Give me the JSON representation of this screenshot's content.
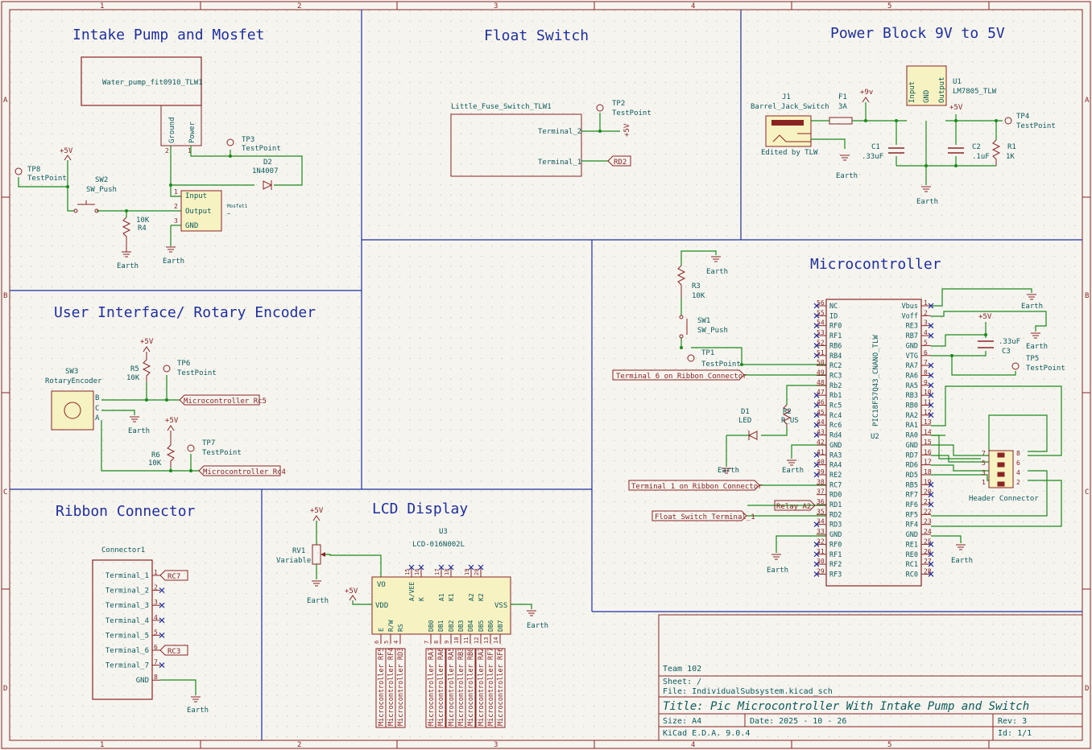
{
  "frame": {
    "cols": [
      "1",
      "2",
      "3",
      "4",
      "5"
    ],
    "rows": [
      "A",
      "B",
      "C",
      "D"
    ]
  },
  "sections": {
    "intake": "Intake Pump and Mosfet",
    "float": "Float Switch",
    "power": "Power Block 9V to 5V",
    "ui": "User Interface/ Rotary Encoder",
    "micro": "Microcontroller",
    "ribbon": "Ribbon Connector",
    "lcd": "LCD Display"
  },
  "intake": {
    "pump": "Water_pump_fit0910_TLW1",
    "pin_ground": "Ground",
    "pin_power": "Power",
    "tp3": "TP3",
    "tp3v": "TestPoint",
    "d2": "D2",
    "d2v": "1N4007",
    "tp8": "TP8",
    "tp8v": "TestPoint",
    "v5": "+5V",
    "sw2": "SW2",
    "sw2v": "SW_Push",
    "r4v": "10K",
    "r4": "R4",
    "earth1": "Earth",
    "earth2": "Earth",
    "mos_in": "Input",
    "mos_out": "Output",
    "mos_gnd": "GND",
    "mos": "Mosfet1",
    "mos2": "~"
  },
  "float": {
    "sw": "Little_Fuse_Switch_TLW1",
    "t2": "Terminal_2",
    "t1": "Terminal_1",
    "tp2": "TP2",
    "tp2v": "TestPoint",
    "v5": "+5V",
    "rd2": "RD2"
  },
  "power": {
    "j1": "J1",
    "j1v": "Barrel_Jack_Switch",
    "edited": "Edited by TLW",
    "f1": "F1",
    "f1v": "3A",
    "v9": "+9v",
    "u1": "U1",
    "u1v": "LM7805_TLW",
    "pin_in": "Input",
    "pin_gnd": "GND",
    "pin_out": "Output",
    "v5": "+5V",
    "tp4": "TP4",
    "tp4v": "TestPoint",
    "c1": "C1",
    "c1v": ".33uF",
    "c2": "C2",
    "c2v": ".1uF",
    "r1": "R1",
    "r1v": "1K",
    "earth1": "Earth",
    "earth2": "Earth"
  },
  "ui": {
    "sw3": "SW3",
    "sw3v": "RotaryEncoder",
    "pin_b": "B",
    "pin_c": "C",
    "pin_a": "A",
    "earth": "Earth",
    "v5a": "+5V",
    "r5": "R5",
    "r5v": "10K",
    "tp6": "TP6",
    "tp6v": "TestPoint",
    "lbl_rc5": "Microcontroller Rc5",
    "v5b": "+5V",
    "r6": "R6",
    "r6v": "10K",
    "tp7": "TP7",
    "tp7v": "TestPoint",
    "lbl_rc4": "Microcontroller Rc4"
  },
  "micro": {
    "earth_top": "Earth",
    "r3": "R3",
    "r3v": "10K",
    "sw1": "SW1",
    "sw1v": "SW_Push",
    "tp1": "TP1",
    "tp1v": "TestPoint",
    "lbl_t6": "Terminal 6 on Ribbon Connector",
    "d1": "D1",
    "d1v": "LED",
    "r2": "R2",
    "r2v": "R_US",
    "earth_led": "Earth",
    "earth_mid": "Earth",
    "lbl_t1": "Terminal 1 on Ribbon Connector",
    "lbl_relay": "Relay A2",
    "lbl_float": "Float Switch Terminal_1",
    "earth_bot": "Earth",
    "ic": "PIC18F57Q43_CNANO_TLW",
    "ic_ref": "U2",
    "left_pins": [
      {
        "n": "56",
        "name": "NC"
      },
      {
        "n": "55",
        "name": "ID"
      },
      {
        "n": "54",
        "name": "RF0"
      },
      {
        "n": "53",
        "name": "RF1"
      },
      {
        "n": "52",
        "name": "RB6"
      },
      {
        "n": "51",
        "name": "RB4"
      },
      {
        "n": "50",
        "name": "RC2"
      },
      {
        "n": "49",
        "name": "RC3"
      },
      {
        "n": "48",
        "name": "Rb2"
      },
      {
        "n": "47",
        "name": "Rb1"
      },
      {
        "n": "46",
        "name": "Rc5"
      },
      {
        "n": "45",
        "name": "Rc4"
      },
      {
        "n": "44",
        "name": "Rc6"
      },
      {
        "n": "43",
        "name": "Rd4"
      },
      {
        "n": "42",
        "name": "GND"
      },
      {
        "n": "41",
        "name": "RA3"
      },
      {
        "n": "40",
        "name": "RA4"
      },
      {
        "n": "39",
        "name": "RE2"
      },
      {
        "n": "38",
        "name": "RC7"
      },
      {
        "n": "37",
        "name": "RD0"
      },
      {
        "n": "36",
        "name": "RD1"
      },
      {
        "n": "35",
        "name": "RD2"
      },
      {
        "n": "34",
        "name": "RD3"
      },
      {
        "n": "33",
        "name": "GND"
      },
      {
        "n": "32",
        "name": "RF0"
      },
      {
        "n": "31",
        "name": "RF1"
      },
      {
        "n": "30",
        "name": "RF2"
      },
      {
        "n": "29",
        "name": "RF3"
      }
    ],
    "right_pins": [
      {
        "n": "1",
        "name": "Vbus"
      },
      {
        "n": "2",
        "name": "Voff"
      },
      {
        "n": "3",
        "name": "RE3"
      },
      {
        "n": "4",
        "name": "RB7"
      },
      {
        "n": "5",
        "name": "GND"
      },
      {
        "n": "6",
        "name": "VTG"
      },
      {
        "n": "7",
        "name": "RA7"
      },
      {
        "n": "8",
        "name": "RA6"
      },
      {
        "n": "9",
        "name": "RA5"
      },
      {
        "n": "10",
        "name": "RB3"
      },
      {
        "n": "11",
        "name": "RB0"
      },
      {
        "n": "12",
        "name": "RA2"
      },
      {
        "n": "13",
        "name": "RA1"
      },
      {
        "n": "14",
        "name": "RA0"
      },
      {
        "n": "15",
        "name": "GND"
      },
      {
        "n": "16",
        "name": "RD7"
      },
      {
        "n": "17",
        "name": "RD6"
      },
      {
        "n": "18",
        "name": "RD5"
      },
      {
        "n": "19",
        "name": "RB5"
      },
      {
        "n": "20",
        "name": "RF7"
      },
      {
        "n": "21",
        "name": "RF6"
      },
      {
        "n": "22",
        "name": "RF5"
      },
      {
        "n": "23",
        "name": "RF4"
      },
      {
        "n": "24",
        "name": "GND"
      },
      {
        "n": "25",
        "name": "RE1"
      },
      {
        "n": "26",
        "name": "RE0"
      },
      {
        "n": "27",
        "name": "RC1"
      },
      {
        "n": "28",
        "name": "RC0"
      }
    ],
    "earth_r1": "Earth",
    "earth_r2": "Earth",
    "v5": "+5V",
    "c3": "C3",
    "c3v": ".33uF",
    "tp5": "TP5",
    "tp5v": "TestPoint",
    "hdr": "Header Connector",
    "hdr_left": [
      "7",
      "5",
      "3",
      "1"
    ],
    "hdr_right": [
      "8",
      "6",
      "4",
      "2"
    ],
    "earth_br": "Earth"
  },
  "ribbon": {
    "ref": "Connector1",
    "pins": [
      {
        "n": "1",
        "name": "Terminal_1"
      },
      {
        "n": "2",
        "name": "Terminal_2"
      },
      {
        "n": "3",
        "name": "Terminal_3"
      },
      {
        "n": "4",
        "name": "Terminal_4"
      },
      {
        "n": "5",
        "name": "Terminal_5"
      },
      {
        "n": "6",
        "name": "Terminal_6"
      },
      {
        "n": "7",
        "name": "Terminal_7"
      },
      {
        "n": "8",
        "name": "GND"
      }
    ],
    "lbl_rc7": "RC7",
    "lbl_rc3": "RC3",
    "earth": "Earth"
  },
  "lcd": {
    "v5a": "+5V",
    "rv1": "RV1",
    "rv1v": "Variable",
    "earth1": "Earth",
    "v5b": "+5V",
    "u3": "U3",
    "u3v": "LCD-016N002L",
    "vo": "VO",
    "vdd": "VDD",
    "vss": "VSS",
    "earth2": "Earth",
    "top_pins": [
      {
        "n": "15",
        "name": "A/VEE"
      },
      {
        "n": "16",
        "name": "K"
      },
      {
        "n": "17",
        "name": "A1"
      },
      {
        "n": "18",
        "name": "K1"
      },
      {
        "n": "19",
        "name": "A2"
      },
      {
        "n": "20",
        "name": "K2"
      }
    ],
    "bot_pins": [
      {
        "n": "6",
        "name": "E"
      },
      {
        "n": "5",
        "name": "R/W"
      },
      {
        "n": "4",
        "name": "RS"
      },
      {
        "n": "7",
        "name": "DB0"
      },
      {
        "n": "8",
        "name": "DB1"
      },
      {
        "n": "9",
        "name": "DB2"
      },
      {
        "n": "10",
        "name": "DB3"
      },
      {
        "n": "11",
        "name": "DB4"
      },
      {
        "n": "12",
        "name": "DB5"
      },
      {
        "n": "13",
        "name": "DB6"
      },
      {
        "n": "14",
        "name": "DB7"
      }
    ],
    "bot_labels": [
      "Microcontroller RF5",
      "Microcontroller RF4",
      "Microcontroller RD3",
      "Microcontroller RA7",
      "Microcontroller RA6",
      "Microcontroller RA5",
      "Microcontroller RB3",
      "Microcontroller RB0",
      "Microcontroller RA2",
      "Microcontroller RF7",
      "Microcontroller RF6"
    ]
  },
  "titleblock": {
    "team": "Team 102",
    "sheet": "Sheet: /",
    "file": "File: IndividualSubsystem.kicad_sch",
    "title": "Title: Pic Microcontroller With Intake Pump and Switch",
    "size": "Size: A4",
    "date": "Date: 2025 - 10 - 26",
    "rev": "Rev: 3",
    "tool": "KiCad E.D.A. 9.0.4",
    "id": "Id: 1/1"
  }
}
